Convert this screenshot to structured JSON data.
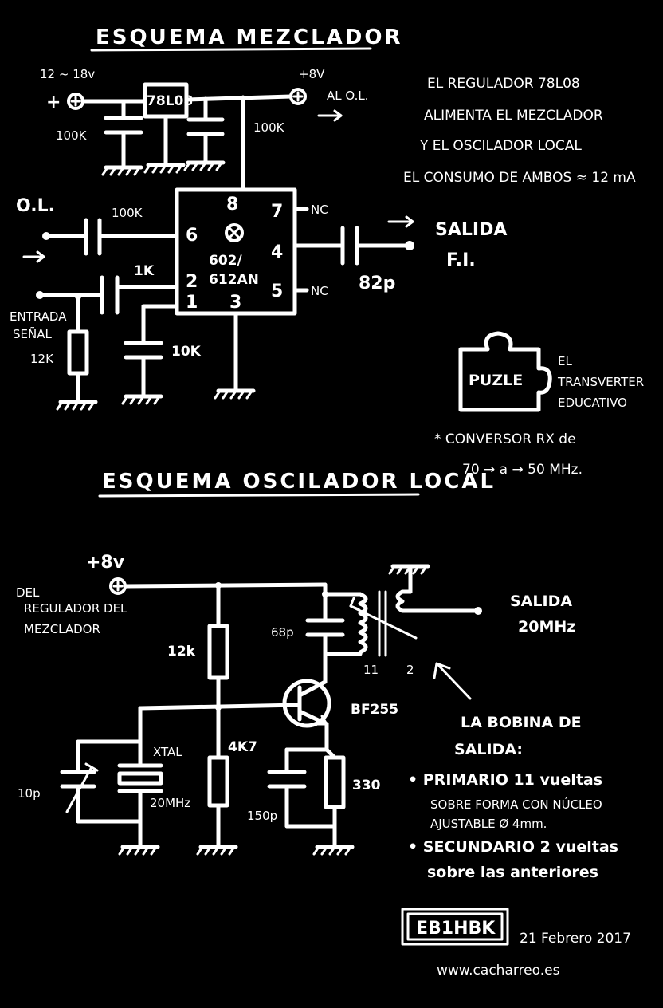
{
  "mixer": {
    "title": "ESQUEMA MEZCLADOR",
    "supply_label": "12 ~ 18v",
    "regulator_label": "78L08",
    "plus8_label": "+8V",
    "to_lo_label": "AL O.L.",
    "r_supply": "100K",
    "r_pullup": "100K",
    "lo_label": "O.L.",
    "cap_lo": "100K",
    "cap_in": "1K",
    "input_label_1": "ENTRADA",
    "input_label_2": "SEÑAL",
    "r_input": "12K",
    "cap_bypass": "10K",
    "chip_label_1": "602/",
    "chip_label_2": "612AN",
    "pins": [
      "8",
      "7",
      "6",
      "4",
      "2",
      "1",
      "3",
      "5"
    ],
    "nc_top": "NC",
    "nc_bottom": "NC",
    "cap_out": "82p",
    "output_label_1": "SALIDA",
    "output_label_2": "F.I.",
    "note_lines": [
      "EL REGULADOR 78L08",
      "ALIMENTA EL MEZCLADOR",
      "Y EL OSCILADOR LOCAL",
      "EL CONSUMO DE AMBOS ≈ 12 mA"
    ]
  },
  "puzle": {
    "logo_text": "PUZLE",
    "side_lines": [
      "EL",
      "TRANSVERTER",
      "EDUCATIVO"
    ],
    "conv_line_1": "* CONVERSOR RX de",
    "conv_line_2": "70 → a → 50 MHz."
  },
  "oscillator": {
    "title": "ESQUEMA OSCILADOR LOCAL",
    "plus8_label": "+8v",
    "from_lines": [
      "DEL",
      "REGULADOR DEL",
      "MEZCLADOR"
    ],
    "r_12k": "12k",
    "cap_68p": "68p",
    "transistor": "BF255",
    "r_4k7": "4K7",
    "xtal_label": "XTAL",
    "xtal_freq": "20MHz",
    "cap_10p": "10p",
    "cap_150p": "150p",
    "r_330": "330",
    "turns_11": "11",
    "turns_2": "2",
    "out_label_1": "SALIDA",
    "out_label_2": "20MHz",
    "coil_title_1": "LA BOBINA DE",
    "coil_title_2": "SALIDA:",
    "coil_lines": [
      "• PRIMARIO 11 vueltas",
      "SOBRE FORMA CON NÚCLEO",
      "AJUSTABLE Ø 4mm.",
      "• SECUNDARIO 2 vueltas",
      "sobre las anteriores"
    ]
  },
  "footer": {
    "callsign": "EB1HBK",
    "date": "21 Febrero 2017",
    "url": "www.cacharreo.es"
  }
}
